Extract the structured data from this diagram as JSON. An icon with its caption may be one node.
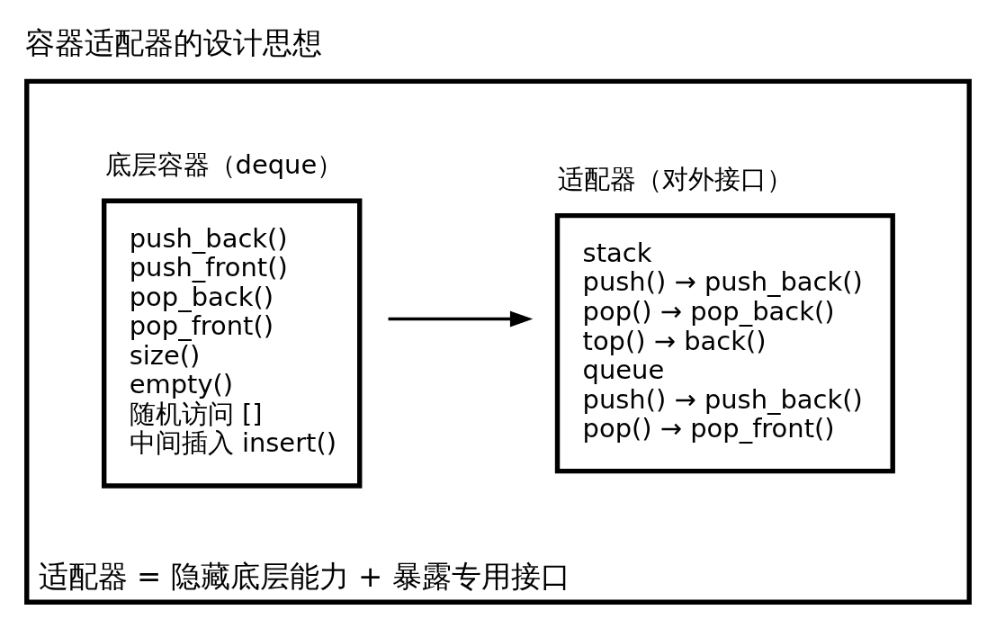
{
  "diagram": {
    "title": "容器适配器的设计思想",
    "nodes": [
      {
        "text": [
          "适配器 = 隐藏底层能力 + 暴露专用接口"
        ]
      },
      {
        "text": [
          "底层容器（deque）",
          "push_back()",
          "push_front()",
          "pop_back()",
          "pop_front()",
          "size()",
          "empty()",
          "随机访问 []",
          "中间插入 insert()"
        ],
        "in": 0
      },
      {
        "text": [
          "适配器（对外接口）",
          "stack",
          "push() → push_back()",
          "pop() → pop_back()",
          "top() → back()",
          "queue",
          "push() → push_back()",
          "pop() → pop_front()"
        ],
        "in": 0
      }
    ],
    "edges": [
      {
        "from": 1,
        "to": 2,
        "arrow": "to"
      }
    ]
  }
}
